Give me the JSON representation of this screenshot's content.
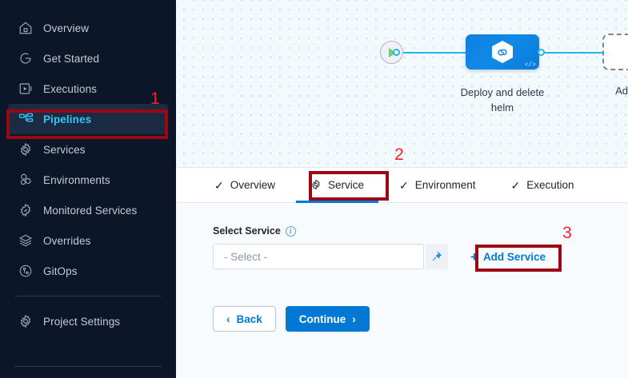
{
  "sidebar": {
    "items": [
      {
        "label": "Overview",
        "icon": "home-icon",
        "active": false
      },
      {
        "label": "Get Started",
        "icon": "rocket-icon",
        "active": false
      },
      {
        "label": "Executions",
        "icon": "play-box-icon",
        "active": false
      },
      {
        "label": "Pipelines",
        "icon": "pipeline-icon",
        "active": true
      },
      {
        "label": "Services",
        "icon": "gear-icon",
        "active": false
      },
      {
        "label": "Environments",
        "icon": "environments-icon",
        "active": false
      },
      {
        "label": "Monitored Services",
        "icon": "monitored-gear-icon",
        "active": false
      },
      {
        "label": "Overrides",
        "icon": "layers-icon",
        "active": false
      },
      {
        "label": "GitOps",
        "icon": "gitops-icon",
        "active": false
      }
    ],
    "settings": {
      "label": "Project Settings",
      "icon": "gear-icon"
    }
  },
  "canvas": {
    "start_node": {
      "name": "start-node",
      "icon": "play-triangle-icon"
    },
    "end_node": {
      "name": "end-node",
      "icon": "stop-square-icon"
    },
    "stage": {
      "label": "Deploy and delete helm",
      "icon": "hexagon-chain-icon",
      "badge": "</>",
      "color": "#0f80e0"
    },
    "add_stage": {
      "label": "Add Stage",
      "icon": "plus-icon"
    },
    "edge_color": "#1fb6e8"
  },
  "tabs": [
    {
      "label": "Overview",
      "icon": "check-icon",
      "active": false
    },
    {
      "label": "Service",
      "icon": "gear-icon",
      "active": true
    },
    {
      "label": "Environment",
      "icon": "check-icon",
      "active": false
    },
    {
      "label": "Execution",
      "icon": "check-icon",
      "active": false
    }
  ],
  "form": {
    "select_service_label": "Select Service",
    "info_glyph": "i",
    "select_placeholder": "- Select -",
    "pin_icon": "pin-icon",
    "add_service_label": "Add Service",
    "add_service_plus": "+",
    "back_label": "Back",
    "back_chevron": "‹",
    "continue_label": "Continue",
    "continue_chevron": "›"
  },
  "annotations": [
    {
      "number": "1",
      "target": "sidebar-item-pipelines"
    },
    {
      "number": "2",
      "target": "tab-service"
    },
    {
      "number": "3",
      "target": "add-service-link"
    }
  ],
  "colors": {
    "accent_blue": "#0278d5",
    "sidebar_bg": "#0b1628",
    "active_nav_text": "#33c5f4",
    "annotation_box": "#9b0713",
    "annotation_number": "#fa1e28"
  }
}
